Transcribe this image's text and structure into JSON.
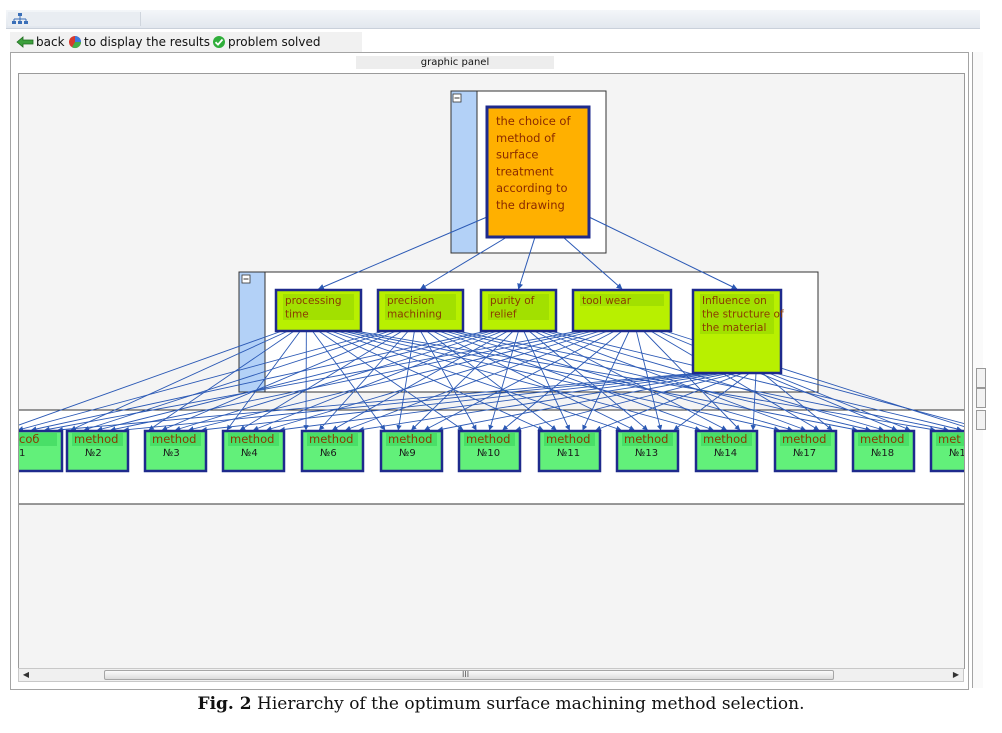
{
  "toolbar": {
    "back_label": "back",
    "display_results_label": "to display the results",
    "problem_solved_label": "problem solved"
  },
  "panel": {
    "title": "graphic panel"
  },
  "hierarchy": {
    "goal": {
      "label_lines": [
        "the choice of",
        "method of",
        "surface",
        "treatment",
        "according to",
        "the drawing"
      ],
      "color": "#ffb000"
    },
    "criteria": [
      {
        "lines": [
          "processing",
          "time"
        ]
      },
      {
        "lines": [
          "precision",
          "machining"
        ]
      },
      {
        "lines": [
          "purity of",
          "relief"
        ]
      },
      {
        "lines": [
          "tool wear"
        ]
      },
      {
        "lines": [
          "Influence on",
          "the structure of",
          "the material"
        ]
      }
    ],
    "criteria_color": "#b8f000",
    "alternatives": [
      {
        "top": "соб",
        "num": "1"
      },
      {
        "top": "method",
        "num": "№2"
      },
      {
        "top": "method",
        "num": "№3"
      },
      {
        "top": "method",
        "num": "№4"
      },
      {
        "top": "method",
        "num": "№6"
      },
      {
        "top": "method",
        "num": "№9"
      },
      {
        "top": "method",
        "num": "№10"
      },
      {
        "top": "method",
        "num": "№11"
      },
      {
        "top": "method",
        "num": "№13"
      },
      {
        "top": "method",
        "num": "№14"
      },
      {
        "top": "method",
        "num": "№17"
      },
      {
        "top": "method",
        "num": "№18"
      },
      {
        "top": "met",
        "num": "№1"
      }
    ],
    "alternatives_color": "#62f07a",
    "node_border_color": "#1e2a8c",
    "link_color": "#2b59b5"
  },
  "caption": {
    "prefix": "Fig. 2",
    "text": "Hierarchy of the optimum surface machining method selection."
  }
}
